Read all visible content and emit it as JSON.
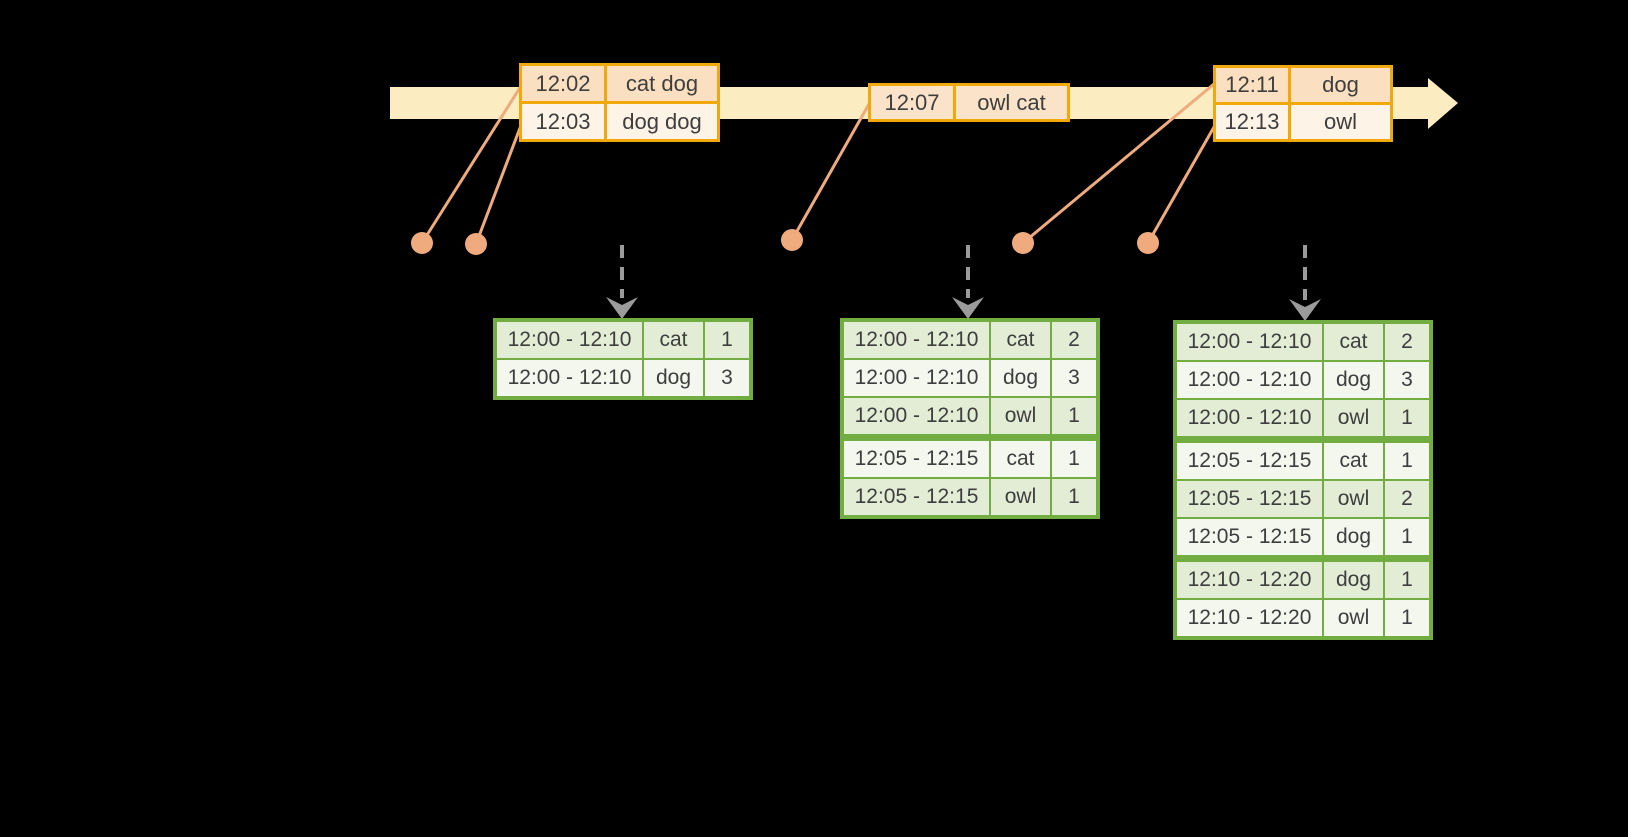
{
  "colors": {
    "background": "#000000",
    "timeline": "#FBECC2",
    "orange-border": "#F0A80A",
    "orange-row-dark": "#FAE0C0",
    "orange-row-mid": "#FAE3C8",
    "orange-row-light": "#FDF3E6",
    "connector": "#EFAB7D",
    "dashed-arrow": "#9B9B9B",
    "green-border": "#71AD40",
    "green-cell-dark": "#E3EDD6",
    "green-cell-light": "#F3F7EE",
    "text": "#3E3E3E"
  },
  "timeline_events": [
    {
      "rows": [
        {
          "time": "12:02",
          "words": "cat dog"
        },
        {
          "time": "12:03",
          "words": "dog dog"
        }
      ]
    },
    {
      "rows": [
        {
          "time": "12:07",
          "words": "owl cat"
        }
      ]
    },
    {
      "rows": [
        {
          "time": "12:11",
          "words": "dog"
        },
        {
          "time": "12:13",
          "words": "owl"
        }
      ]
    }
  ],
  "result_tables": [
    {
      "rows": [
        {
          "window": "12:00 - 12:10",
          "word": "cat",
          "count": "1"
        },
        {
          "window": "12:00 - 12:10",
          "word": "dog",
          "count": "3"
        }
      ]
    },
    {
      "rows": [
        {
          "window": "12:00 - 12:10",
          "word": "cat",
          "count": "2"
        },
        {
          "window": "12:00 - 12:10",
          "word": "dog",
          "count": "3"
        },
        {
          "window": "12:00 - 12:10",
          "word": "owl",
          "count": "1"
        },
        {
          "window": "12:05 - 12:15",
          "word": "cat",
          "count": "1"
        },
        {
          "window": "12:05 - 12:15",
          "word": "owl",
          "count": "1"
        }
      ]
    },
    {
      "rows": [
        {
          "window": "12:00 - 12:10",
          "word": "cat",
          "count": "2"
        },
        {
          "window": "12:00 - 12:10",
          "word": "dog",
          "count": "3"
        },
        {
          "window": "12:00 - 12:10",
          "word": "owl",
          "count": "1"
        },
        {
          "window": "12:05 - 12:15",
          "word": "cat",
          "count": "1"
        },
        {
          "window": "12:05 - 12:15",
          "word": "owl",
          "count": "2"
        },
        {
          "window": "12:05 - 12:15",
          "word": "dog",
          "count": "1"
        },
        {
          "window": "12:10 - 12:20",
          "word": "dog",
          "count": "1"
        },
        {
          "window": "12:10 - 12:20",
          "word": "owl",
          "count": "1"
        }
      ]
    }
  ]
}
